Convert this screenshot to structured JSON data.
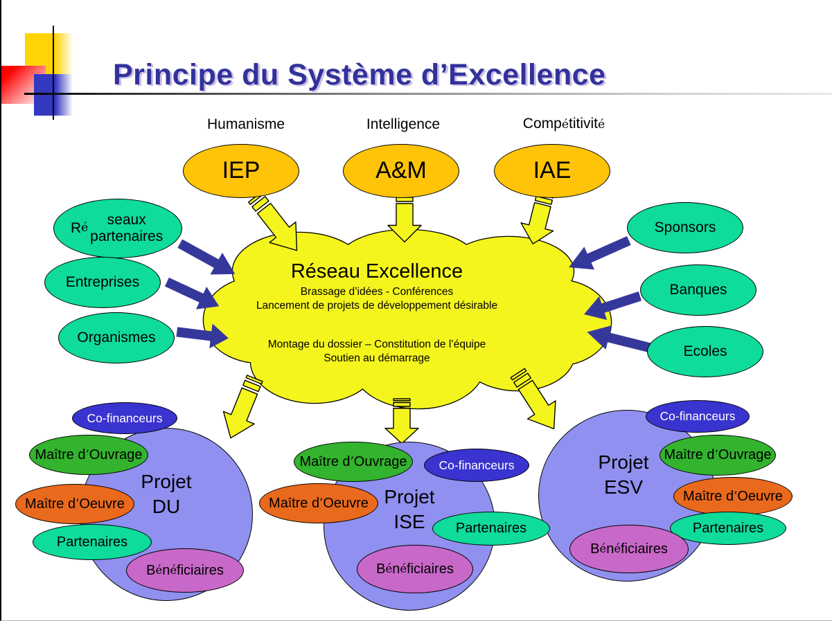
{
  "slide": {
    "title": "Principe du Système d’Excellence",
    "pillars": [
      {
        "label": "Humanisme",
        "org": "IEP"
      },
      {
        "label": "Intelligence",
        "org": "A&M"
      },
      {
        "label": "Compétitivité",
        "org": "IAE"
      }
    ],
    "left_sources": [
      {
        "label": "Réseaux partenaires"
      },
      {
        "label": "Entreprises"
      },
      {
        "label": "Organismes"
      }
    ],
    "right_sources": [
      {
        "label": "Sponsors"
      },
      {
        "label": "Banques"
      },
      {
        "label": "Ecoles"
      }
    ],
    "cloud": {
      "title": "Réseau Excellence",
      "line1": "Brassage d’idées - Conférences",
      "line2": "Lancement de projets de développement désirable",
      "line3": "Montage du dossier – Constitution de l’équipe",
      "line4": "Soutien au démarrage"
    },
    "projects": [
      {
        "name_line1": "Projet",
        "name_line2": "DU",
        "satellites": [
          {
            "label": "Co-financeurs"
          },
          {
            "label": "Maître d’Ouvrage"
          },
          {
            "label": "Maître d’Oeuvre"
          },
          {
            "label": "Partenaires"
          },
          {
            "label": "Bénéficiaires"
          }
        ]
      },
      {
        "name_line1": "Projet",
        "name_line2": "ISE",
        "satellites": [
          {
            "label": "Co-financeurs"
          },
          {
            "label": "Maître d’Ouvrage"
          },
          {
            "label": "Maître d’Oeuvre"
          },
          {
            "label": "Partenaires"
          },
          {
            "label": "Bénéficiaires"
          }
        ]
      },
      {
        "name_line1": "Projet",
        "name_line2": "ESV",
        "satellites": [
          {
            "label": "Co-financeurs"
          },
          {
            "label": "Maître d’Ouvrage"
          },
          {
            "label": "Maître d’Oeuvre"
          },
          {
            "label": "Partenaires"
          },
          {
            "label": "Bénéficiaires"
          }
        ]
      }
    ],
    "colors": {
      "title_text": "#32329b",
      "pillar_fill": "#ffc408",
      "source_fill": "#0fdb9b",
      "cloud_fill": "#f5f51e",
      "arrow_blue": "#35389b",
      "project_fill": "#9090f0",
      "cofinanceurs_fill": "#3933cf",
      "ouvrage_fill": "#33b32e",
      "oeuvre_fill": "#e9691d",
      "partenaires_fill": "#0fdb9b",
      "beneficiaires_fill": "#c868c8"
    }
  }
}
